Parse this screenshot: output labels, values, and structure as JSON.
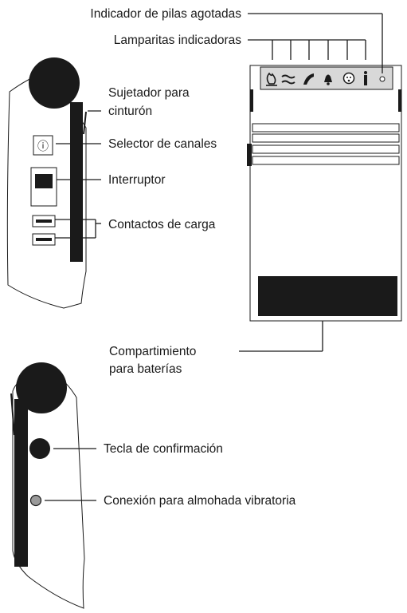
{
  "labels": {
    "battery_indicator": "Indicador de pilas agotadas",
    "indicator_lamps": "Lamparitas indicadoras",
    "belt_clip_line1": "Sujetador para",
    "belt_clip_line2": "cinturón",
    "channel_selector": "Selector de canales",
    "switch": "Interruptor",
    "charge_contacts": "Contactos de carga",
    "battery_compartment_line1": "Compartimiento",
    "battery_compartment_line2": "para baterías",
    "confirm_key": "Tecla de confirmación",
    "vibration_pad_connection": "Conexión para almohada vibratoria"
  },
  "indicator_icons": [
    "fire-icon",
    "water-icon",
    "phone-icon",
    "bell-icon",
    "baby-icon",
    "person-icon",
    "battery-low-icon"
  ]
}
